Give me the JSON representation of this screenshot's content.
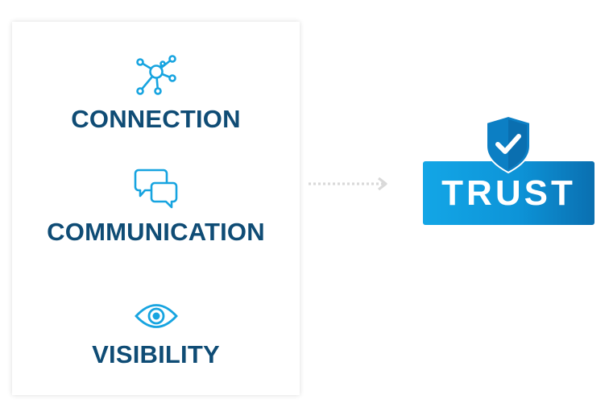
{
  "items": [
    {
      "label": "CONNECTION",
      "icon": "network-icon"
    },
    {
      "label": "COMMUNICATION",
      "icon": "chat-bubbles-icon"
    },
    {
      "label": "VISIBILITY",
      "icon": "eye-icon"
    }
  ],
  "result": {
    "label": "TRUST",
    "icon": "shield-check-icon"
  },
  "colors": {
    "label": "#0f4c75",
    "icon": "#17a4e0",
    "badge_start": "#13a6e6",
    "badge_end": "#0a6fb0",
    "arrow": "#d9d9d9"
  }
}
